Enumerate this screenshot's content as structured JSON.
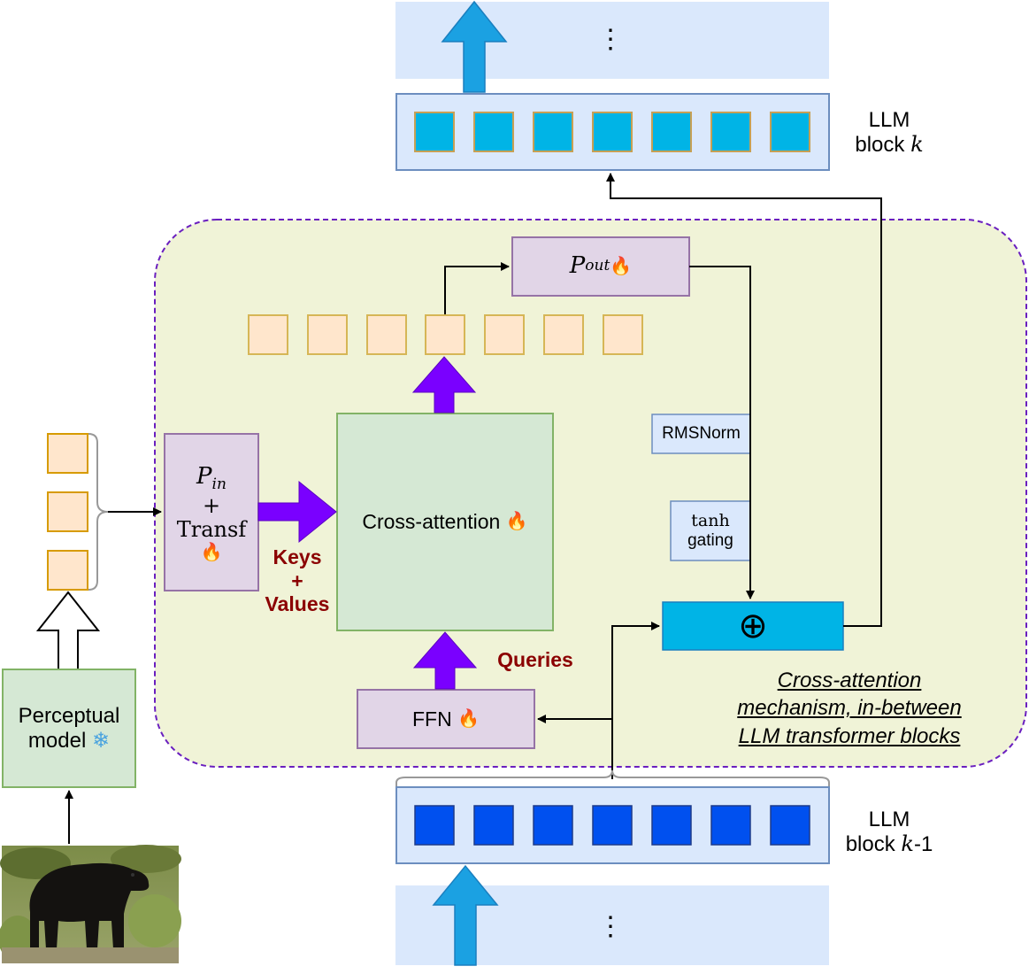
{
  "llm_block_k": {
    "line1": "LLM",
    "line2": "block",
    "var": "k",
    "suffix": ""
  },
  "llm_block_km1": {
    "line1": "LLM",
    "line2": "block",
    "var": "k",
    "suffix": "-1"
  },
  "ellipsis": "⋮",
  "pout": {
    "base": "P",
    "sub": "out",
    "icon": "🔥"
  },
  "pin": {
    "base": "P",
    "sub": "in",
    "plus": "+",
    "transf": "Transf",
    "icon": "🔥"
  },
  "cross_attention": {
    "label": "Cross-attention",
    "icon": "🔥"
  },
  "ffn": {
    "label": "FFN",
    "icon": "🔥"
  },
  "rmsnorm": "RMSNorm",
  "tanh": {
    "line1": "tanh",
    "line2": "gating"
  },
  "keys_values": {
    "line1": "Keys",
    "line2": "+",
    "line3": "Values"
  },
  "queries": "Queries",
  "perceptual": {
    "line1": "Perceptual",
    "line2": "model",
    "icon": "❄"
  },
  "add_symbol": "⊕",
  "caption": {
    "line1": "Cross-attention",
    "line2": "mechanism, in-between",
    "line3": "LLM transformer blocks"
  },
  "colors": {
    "block_fill": "#dae8fc",
    "block_stroke": "#6c8ebf",
    "token_top": "#00b4e6",
    "token_bottom": "#0050ef",
    "token_stroke": "#c7a054",
    "region_fill": "#f0f3d7",
    "region_stroke": "#6a1fbf",
    "purple_fill": "#e1d5e7",
    "purple_stroke": "#9673a6",
    "green_fill": "#d5e8d4",
    "green_stroke": "#82b366",
    "output_token": "#ffe6cc",
    "output_stroke": "#d6b656",
    "input_token": "#ffe6cc",
    "input_stroke": "#d79b00",
    "arrow_blue": "#1ba1e2",
    "arrow_purple": "#7a00ff"
  }
}
